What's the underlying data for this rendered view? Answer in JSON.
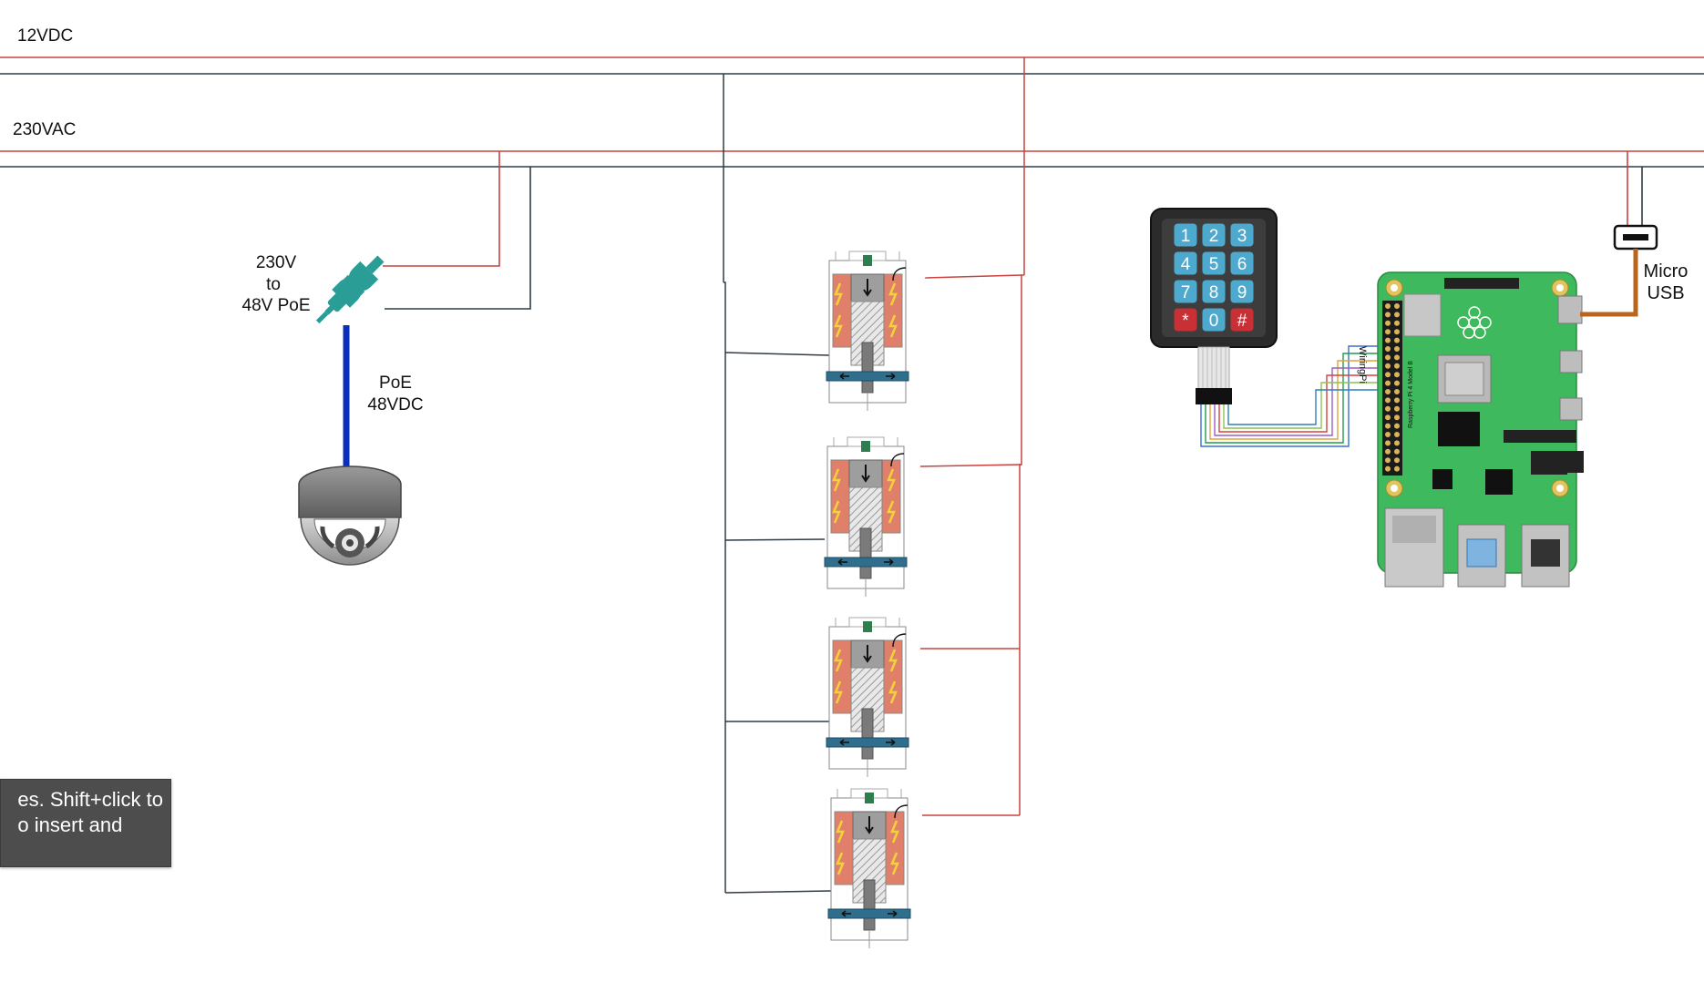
{
  "rails": {
    "dc_label": "12VDC",
    "ac_label": "230VAC"
  },
  "poe_adapter": {
    "label_line1": "230V",
    "label_line2": "to",
    "label_line3": "48V PoE",
    "icon": "plug-icon"
  },
  "poe_link": {
    "label_line1": "PoE",
    "label_line2": "48VDC"
  },
  "camera": {
    "icon": "dome-camera-icon"
  },
  "solenoid_valves": {
    "count": 4,
    "icon": "solenoid-valve-icon"
  },
  "keypad": {
    "keys": [
      "1",
      "2",
      "3",
      "4",
      "5",
      "6",
      "7",
      "8",
      "9",
      "*",
      "0",
      "#"
    ],
    "icon": "keypad-icon"
  },
  "raspberry_pi": {
    "label": "WiringPi",
    "board_text": "Raspberry Pi 4 Model B",
    "icon": "raspberry-pi-board-icon"
  },
  "power_connector": {
    "label_line1": "Micro",
    "label_line2": "USB",
    "icon": "micro-usb-icon"
  },
  "tooltip": {
    "line1": "es. Shift+click to",
    "line2": "o insert and"
  },
  "colors": {
    "live_wire": "#c8433d",
    "neutral_wire": "#2f3b45",
    "poe_cable": "#0a2fb8",
    "usb_cable": "#b9651d",
    "pi_board": "#3fb95d",
    "keypad_key": "#4ea9cf",
    "keypad_special_key": "#c93035",
    "tooltip_bg": "#4d4d4d"
  }
}
